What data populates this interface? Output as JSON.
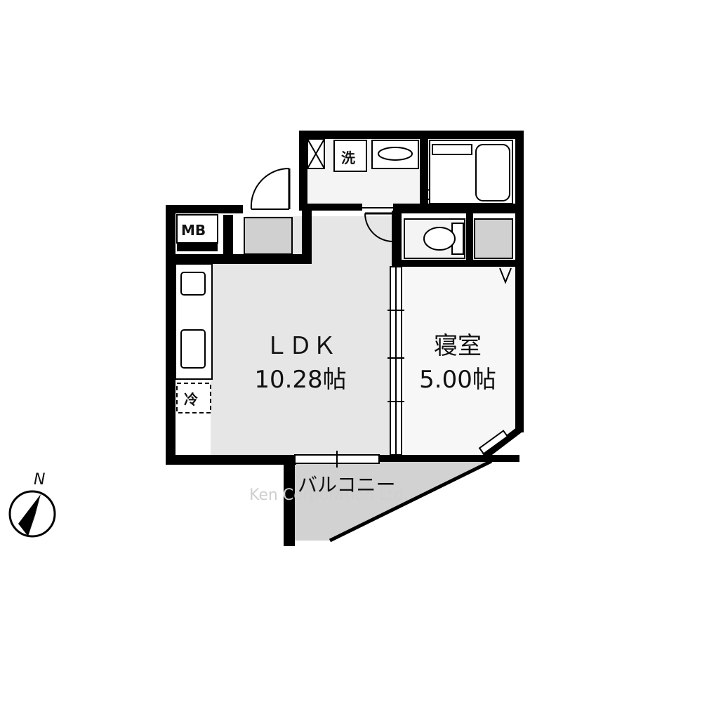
{
  "rooms": {
    "ldk": {
      "name": "ＬＤＫ",
      "size": "10.28帖"
    },
    "bedroom": {
      "name": "寝室",
      "size": "5.00帖"
    },
    "balcony": {
      "name": "バルコニー"
    }
  },
  "fixtures": {
    "meter_box": "MB",
    "washer": "洗",
    "fridge": "冷"
  },
  "compass": {
    "north": "N"
  },
  "watermark": "Ken Corporation Ltd.",
  "colors": {
    "wall": "#000000",
    "floor": "#e6e6e6",
    "white_floor": "#f7f7f7",
    "balcony": "#d0d0d0"
  }
}
